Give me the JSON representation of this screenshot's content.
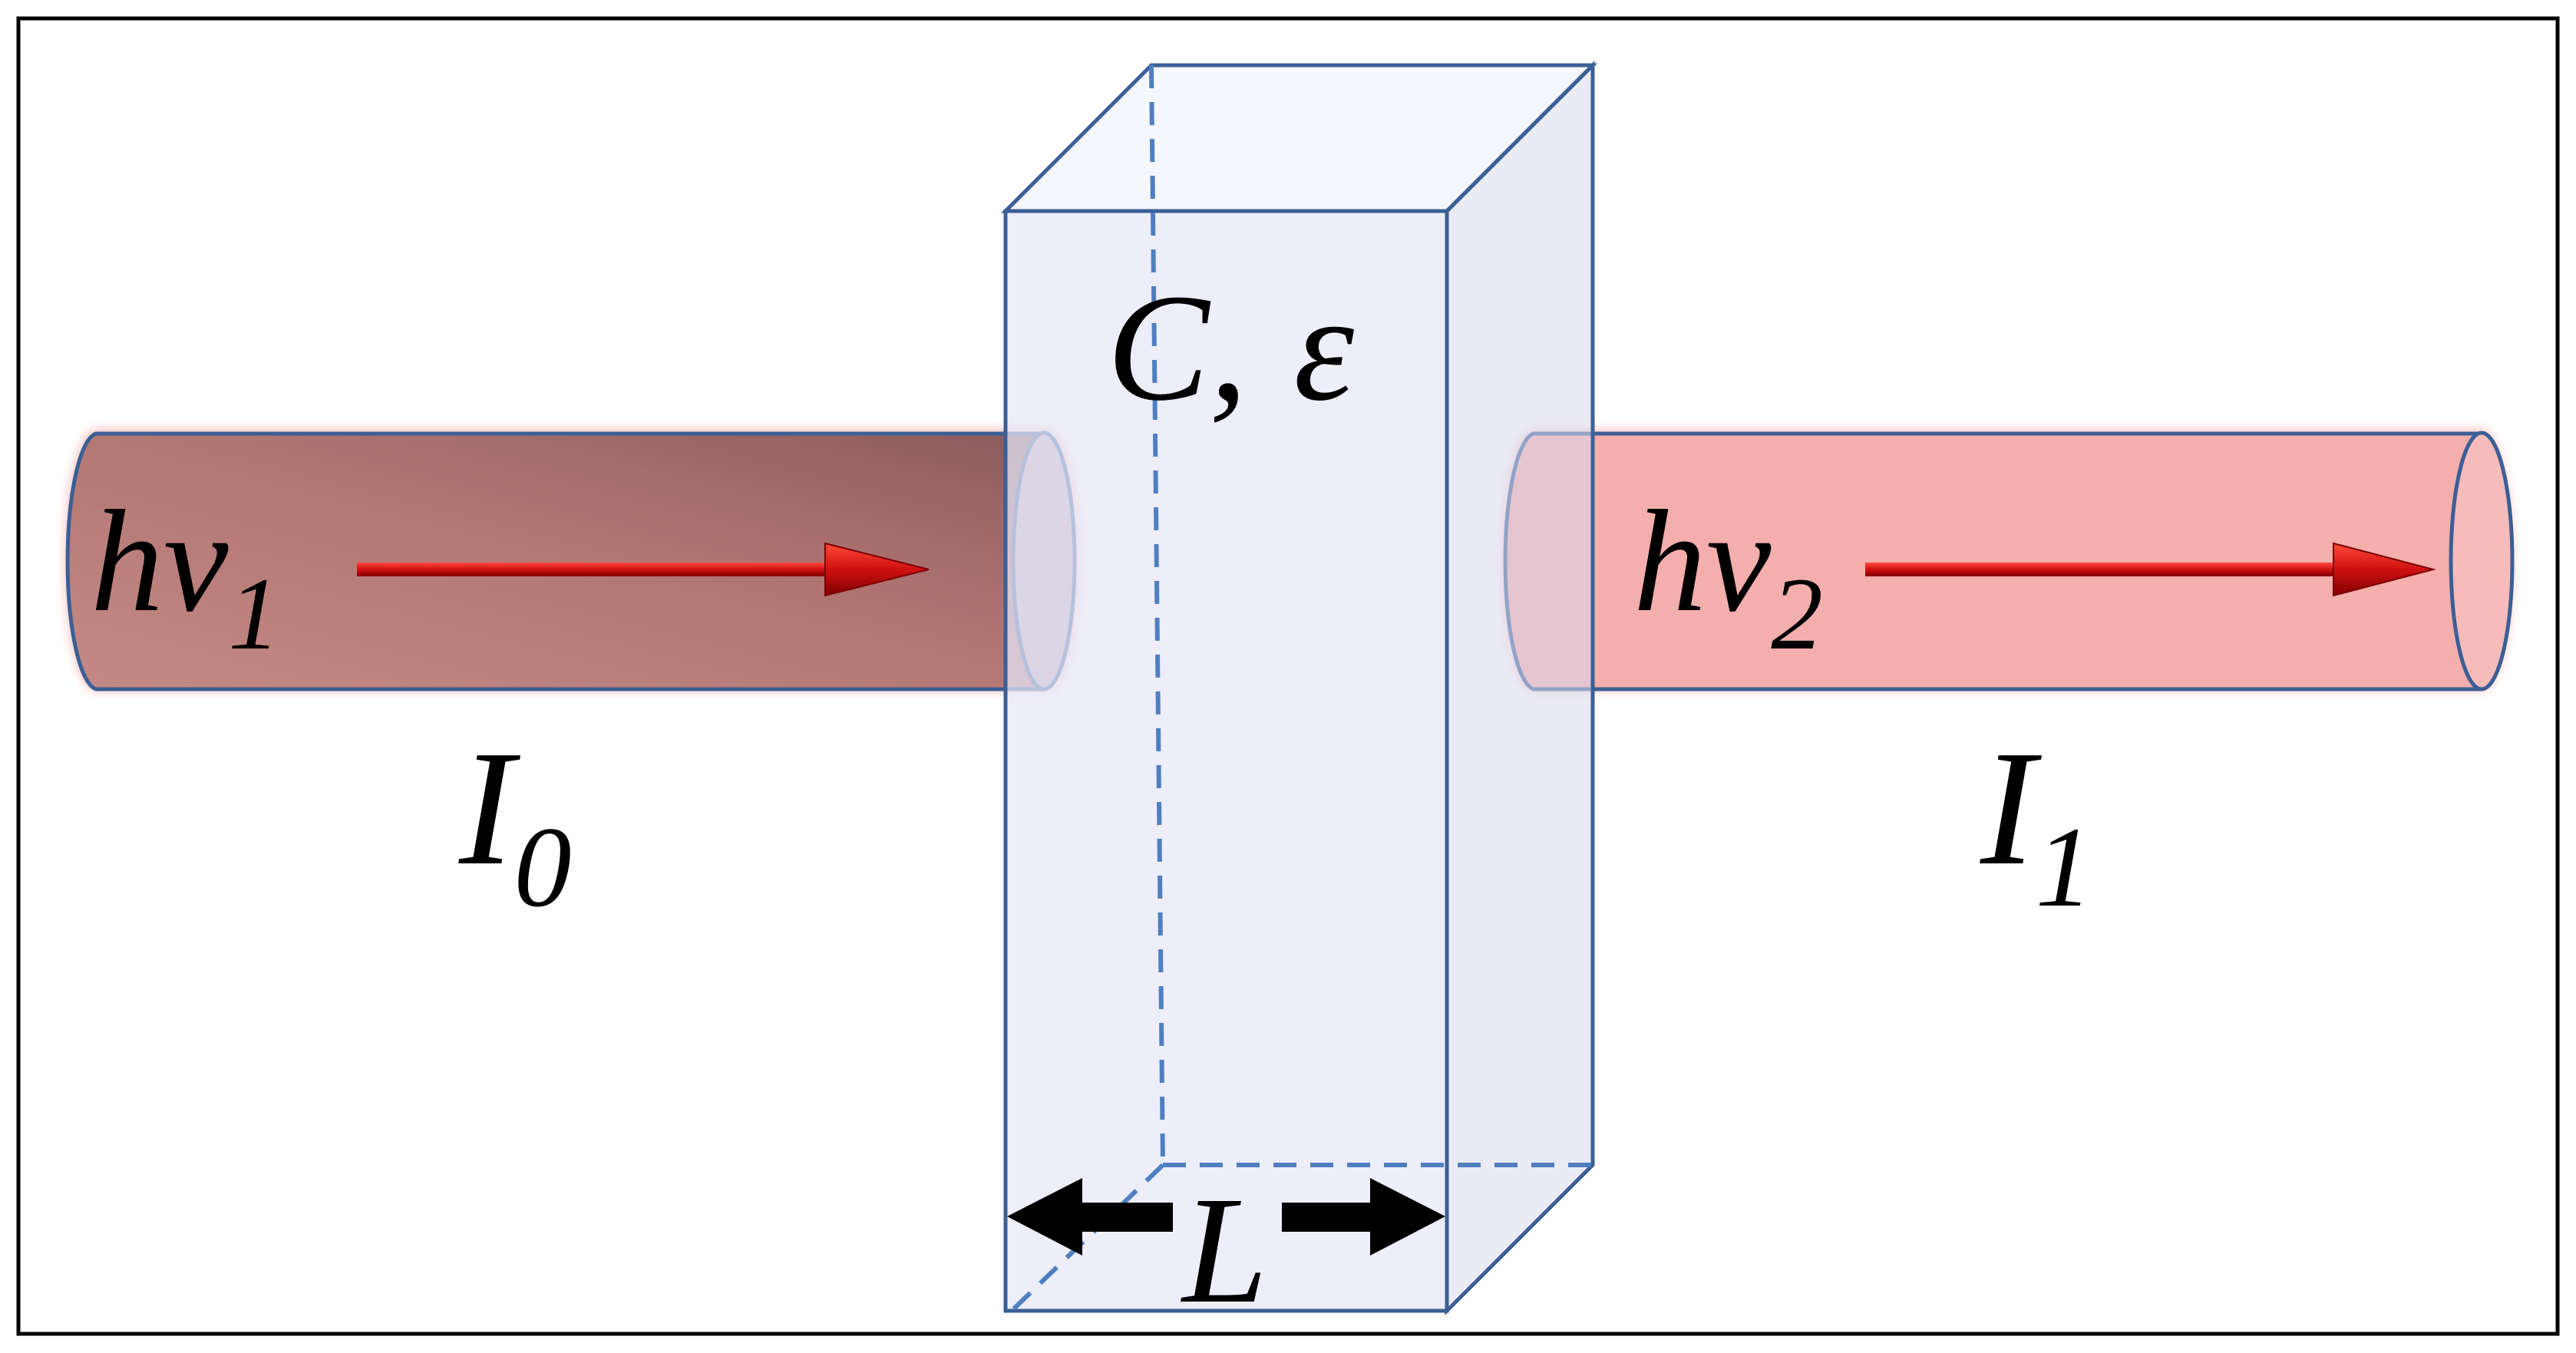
{
  "labels": {
    "concentration": "C",
    "separator": ",",
    "absorptivity": "ε",
    "incoming_photon": {
      "base": "hv",
      "sub": "1"
    },
    "outgoing_photon": {
      "base": "hv",
      "sub": "2"
    },
    "incident_intensity": {
      "base": "I",
      "sub": "0"
    },
    "transmitted_intensity": {
      "base": "I",
      "sub": "1"
    },
    "path_length": "L"
  },
  "colors": {
    "frame": "#000000",
    "cuboid_edge": "#3b5f95",
    "cuboid_fill": "#e6e8f8",
    "hidden_edge": "#4f7fc0",
    "incident_beam": "#b8706e",
    "incident_beam_dark": "#8c5b5e",
    "transmitted_beam": "#f3aaa8",
    "beam_glow": "#f6b8b6",
    "arrow_red": "#cc1010",
    "arrow_dark": "#7a0000",
    "dimension_arrow": "#000000"
  }
}
